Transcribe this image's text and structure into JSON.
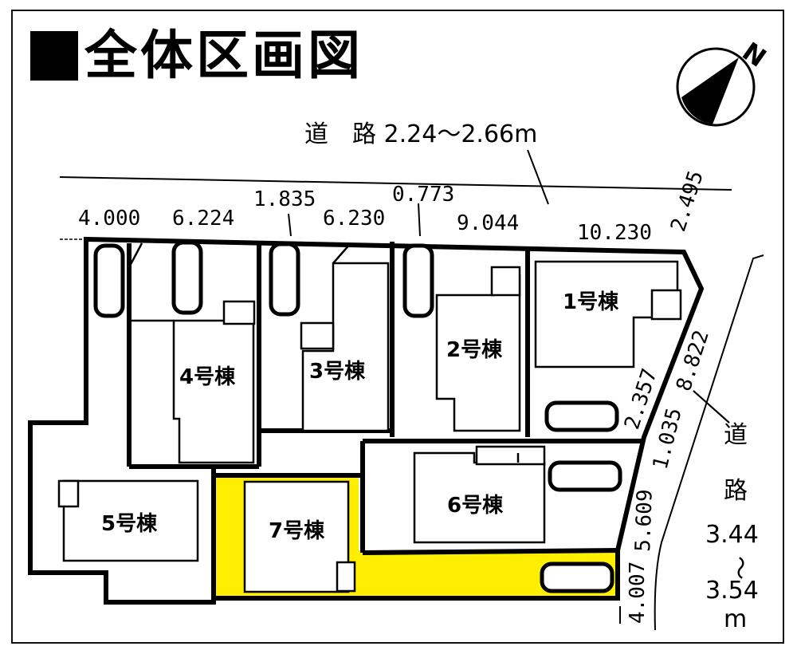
{
  "title": "全体区画図",
  "compass": {
    "label": "N",
    "icon": "north-arrow-icon"
  },
  "roads": {
    "north": {
      "label": "道　路 2.24〜2.66m"
    },
    "east": {
      "line1": "道",
      "line2": "路",
      "line3": "3.44",
      "line4": "〜",
      "line5": "3.54",
      "line6": "m"
    }
  },
  "dimensions": {
    "top": [
      "4.000",
      "6.224",
      "1.835",
      "6.230",
      "0.773",
      "9.044",
      "10.230"
    ],
    "east_side": [
      "2.495",
      "8.822",
      "2.357",
      "1.035",
      "5.609",
      "4.007"
    ]
  },
  "buildings": [
    {
      "id": 1,
      "label": "1号棟"
    },
    {
      "id": 2,
      "label": "2号棟"
    },
    {
      "id": 3,
      "label": "3号棟"
    },
    {
      "id": 4,
      "label": "4号棟"
    },
    {
      "id": 5,
      "label": "5号棟"
    },
    {
      "id": 6,
      "label": "6号棟"
    },
    {
      "id": 7,
      "label": "7号棟",
      "highlighted": true
    }
  ],
  "colors": {
    "highlight": "#ffee00",
    "line": "#000000",
    "background": "#ffffff"
  }
}
